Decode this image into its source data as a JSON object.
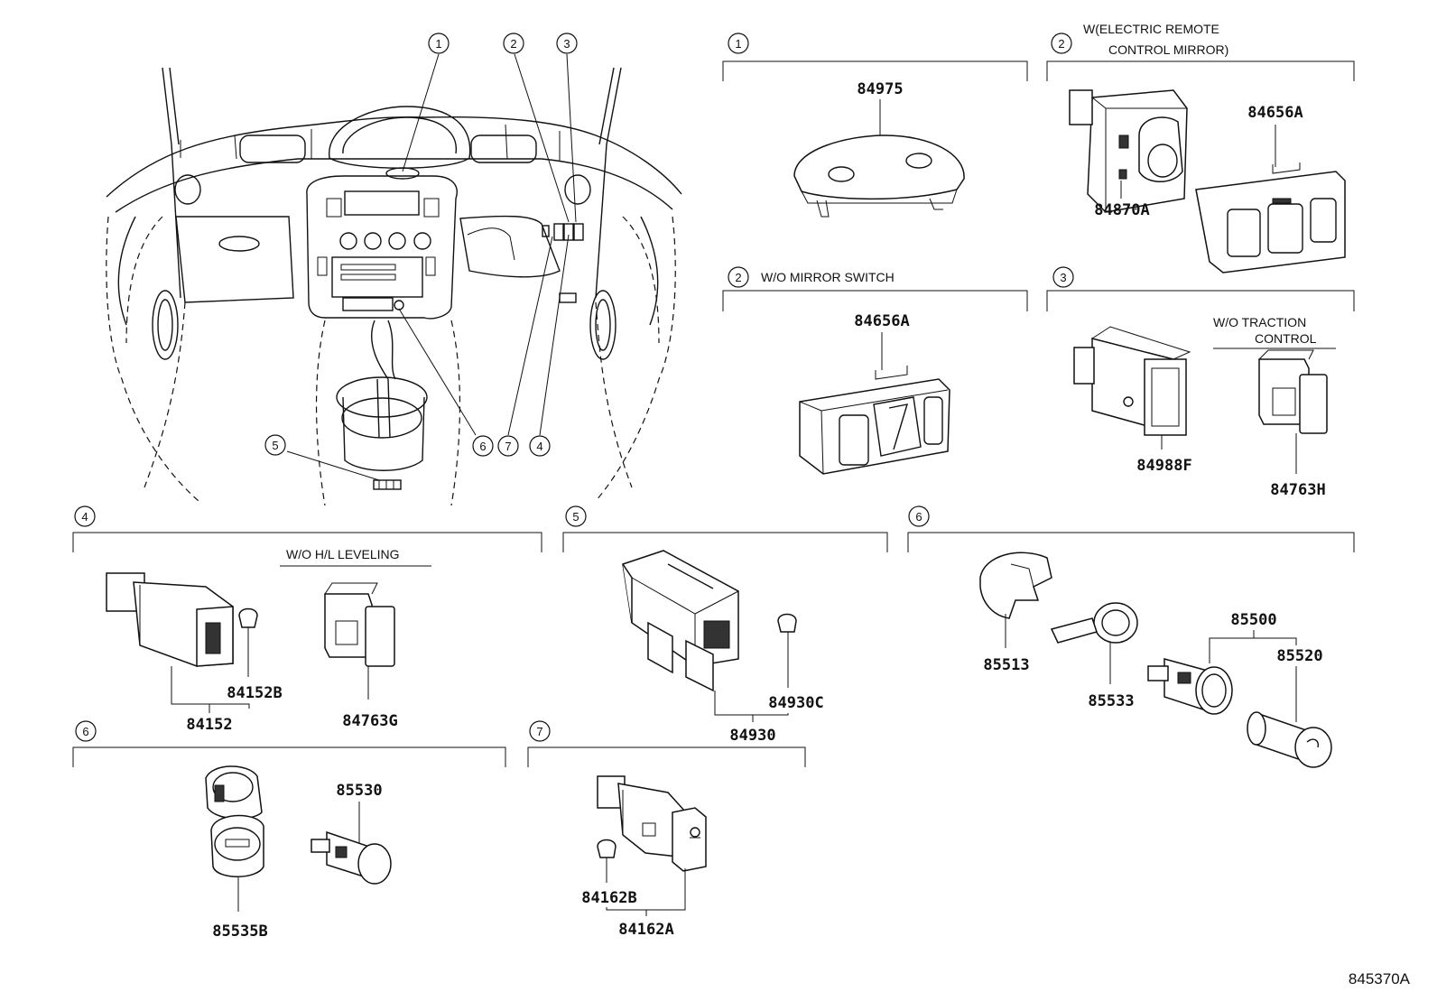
{
  "diagram_code": "845370A",
  "overview": {
    "callouts": [
      "1",
      "2",
      "3",
      "4",
      "5",
      "6",
      "7"
    ]
  },
  "sections": [
    {
      "id": "s1",
      "number": "1",
      "note": "",
      "parts": [
        "84975"
      ]
    },
    {
      "id": "s2a",
      "number": "2",
      "note_line1": "W(ELECTRIC REMOTE",
      "note_line2": "CONTROL MIRROR)",
      "parts": [
        "84656A",
        "84870A"
      ]
    },
    {
      "id": "s2b",
      "number": "2",
      "note": "W/O MIRROR SWITCH",
      "parts": [
        "84656A"
      ]
    },
    {
      "id": "s3",
      "number": "3",
      "note_line1": "W/O TRACTION",
      "note_line2": "CONTROL",
      "parts": [
        "84988F",
        "84763H"
      ]
    },
    {
      "id": "s4",
      "number": "4",
      "note": "W/O H/L LEVELING",
      "parts": [
        "84152B",
        "84152",
        "84763G"
      ]
    },
    {
      "id": "s5",
      "number": "5",
      "note": "",
      "parts": [
        "84930C",
        "84930"
      ]
    },
    {
      "id": "s6a",
      "number": "6",
      "note": "",
      "parts": [
        "85513",
        "85533",
        "85500",
        "85520"
      ]
    },
    {
      "id": "s6b",
      "number": "6",
      "note": "",
      "parts": [
        "85530",
        "85535B"
      ]
    },
    {
      "id": "s7",
      "number": "7",
      "note": "",
      "parts": [
        "84162B",
        "84162A"
      ]
    }
  ]
}
